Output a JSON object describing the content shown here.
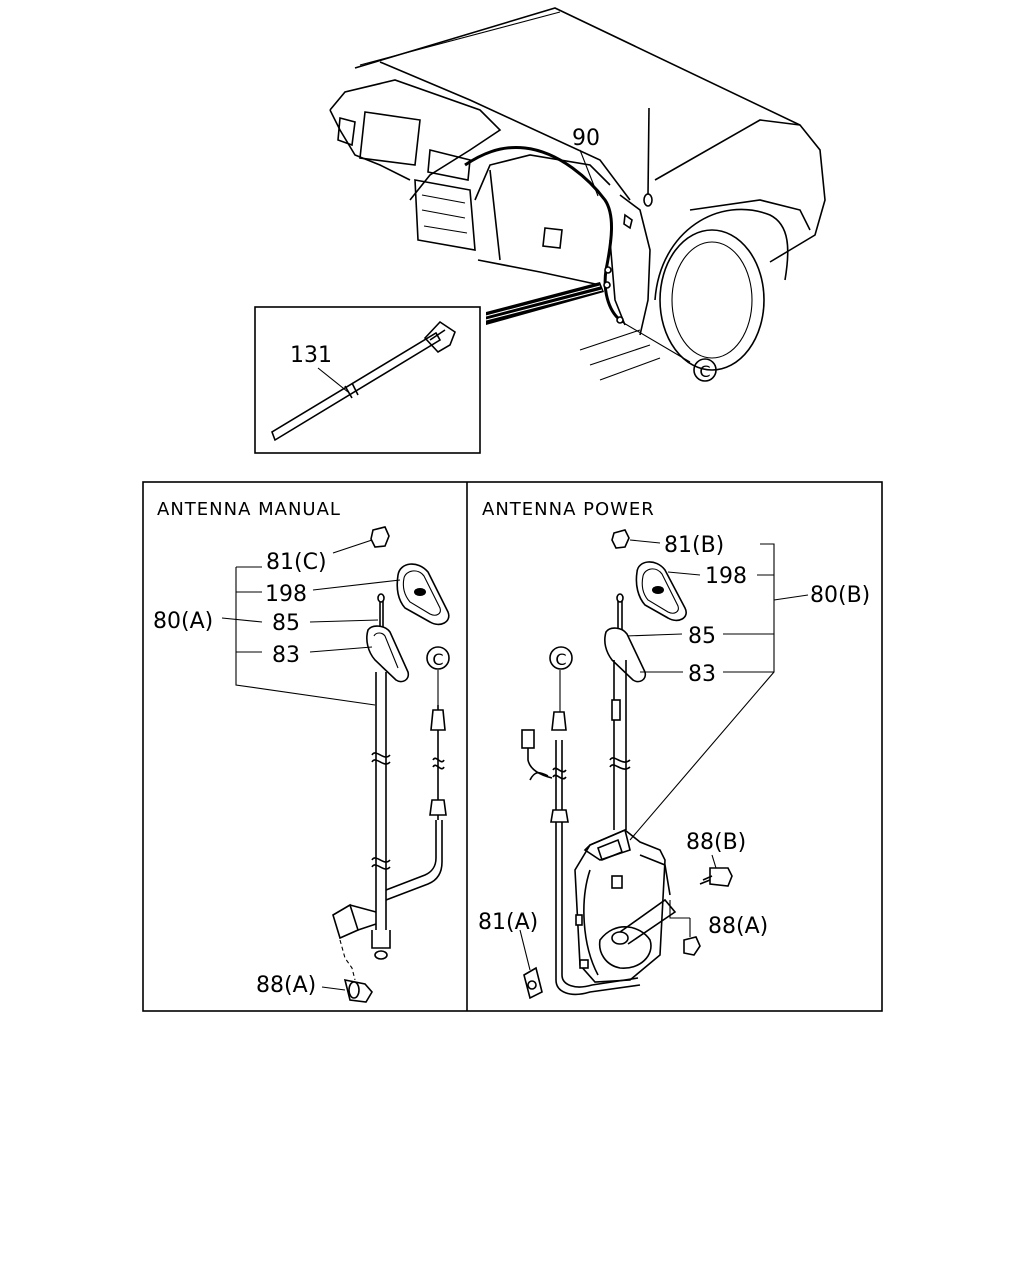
{
  "top": {
    "callouts": {
      "part_90": "90",
      "part_131": "131",
      "connector_c": "C"
    }
  },
  "manual": {
    "title": "ANTENNA MANUAL",
    "callouts": {
      "part_81c": "81(C)",
      "part_198": "198",
      "part_80a": "80(A)",
      "part_85": "85",
      "part_83": "83",
      "part_88a": "88(A)",
      "connector_c": "C"
    }
  },
  "power": {
    "title": "ANTENNA POWER",
    "callouts": {
      "part_81b": "81(B)",
      "part_198": "198",
      "part_80b": "80(B)",
      "part_85": "85",
      "part_83": "83",
      "part_88b": "88(B)",
      "part_88a": "88(A)",
      "part_81a": "81(A)",
      "connector_c": "C"
    }
  }
}
